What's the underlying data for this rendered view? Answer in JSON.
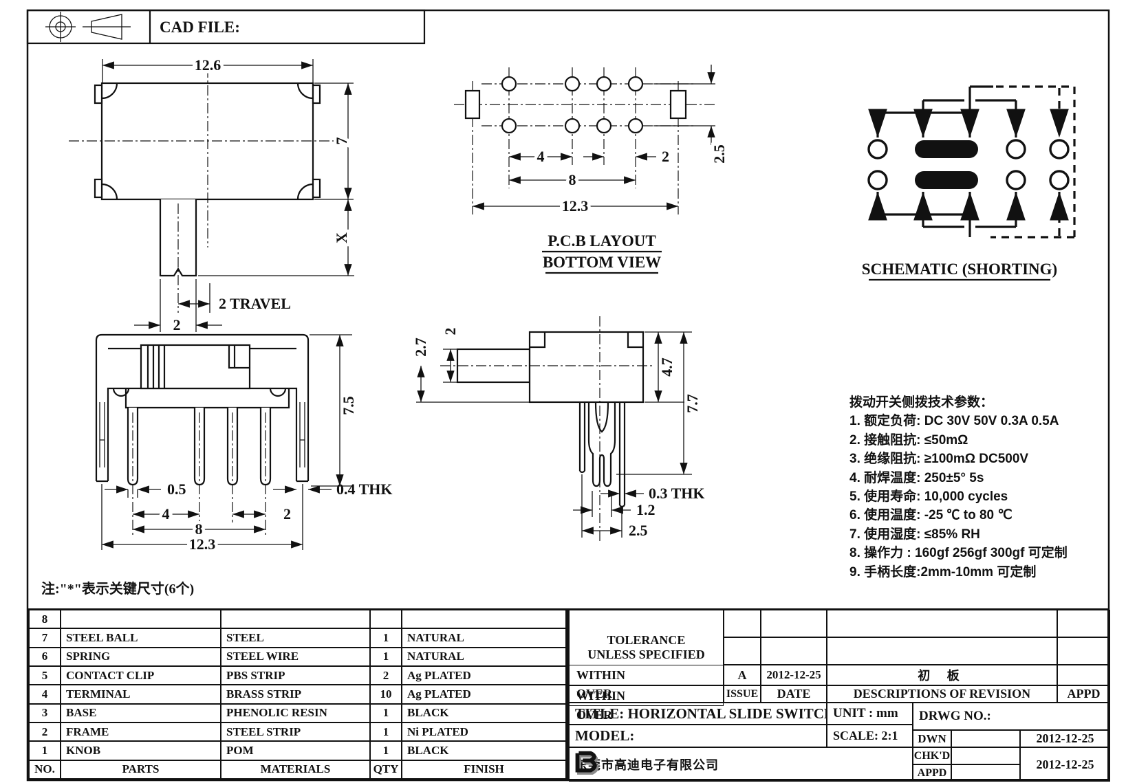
{
  "header": {
    "cad_file_label": "CAD FILE:"
  },
  "views": {
    "front": {
      "w": "12.6",
      "h": "7",
      "x": "X",
      "travel": "2 TRAVEL",
      "knob": "2"
    },
    "pcb": {
      "d4": "4",
      "d2": "2",
      "d8": "8",
      "d123": "12.3",
      "d25": "2.5",
      "label1": "P.C.B LAYOUT",
      "label2": "BOTTOM VIEW"
    },
    "schematic": {
      "label": "SCHEMATIC (SHORTING)"
    },
    "bottom": {
      "h": "7.5",
      "d05": "0.5",
      "d4": "4",
      "d8": "8",
      "d2": "2",
      "d123": "12.3",
      "thk": "0.4 THK"
    },
    "side": {
      "d27": "2.7",
      "d2": "2",
      "d47": "4.7",
      "d77": "7.7",
      "thk": "0.3 THK",
      "d12": "1.2",
      "d25": "2.5"
    }
  },
  "note": "注:\"*\"表示关键尺寸(6个)",
  "tech_params": {
    "title": "拨动开关侧拨技术参数：",
    "items": [
      "1.  额定负荷: DC 30V   50V   0.3A   0.5A",
      "2.  接触阻抗: ≤50mΩ",
      "3.  绝缘阻抗: ≥100mΩ   DC500V",
      "4.  耐焊温度: 250±5°  5s",
      "5.  使用寿命: 10,000 cycles",
      "6.  使用温度: -25 ℃  to 80 ℃",
      "7.  使用湿度: ≤85% RH",
      "8.  操作力 : 160gf   256gf   300gf  可定制",
      "9.  手柄长度:2mm-10mm  可定制"
    ]
  },
  "parts_table": {
    "headers": {
      "no": "NO.",
      "parts": "PARTS",
      "materials": "MATERIALS",
      "qty": "QTY",
      "finish": "FINISH"
    },
    "rows": [
      {
        "no": "8",
        "part": "",
        "material": "",
        "qty": "",
        "finish": ""
      },
      {
        "no": "7",
        "part": "STEEL BALL",
        "material": "STEEL",
        "qty": "1",
        "finish": "NATURAL"
      },
      {
        "no": "6",
        "part": "SPRING",
        "material": "STEEL WIRE",
        "qty": "1",
        "finish": "NATURAL"
      },
      {
        "no": "5",
        "part": "CONTACT CLIP",
        "material": "PBS STRIP",
        "qty": "2",
        "finish": "Ag PLATED"
      },
      {
        "no": "4",
        "part": "TERMINAL",
        "material": "BRASS STRIP",
        "qty": "10",
        "finish": "Ag PLATED"
      },
      {
        "no": "3",
        "part": "BASE",
        "material": "PHENOLIC RESIN",
        "qty": "1",
        "finish": "BLACK"
      },
      {
        "no": "2",
        "part": "FRAME",
        "material": "STEEL STRIP",
        "qty": "1",
        "finish": "Ni PLATED"
      },
      {
        "no": "1",
        "part": "KNOB",
        "material": "POM",
        "qty": "1",
        "finish": "BLACK"
      }
    ]
  },
  "title_block": {
    "tolerance1": "TOLERANCE",
    "tolerance2": "UNLESS   SPECIFIED",
    "within": "WITHIN",
    "over": "OVER",
    "issue_value": "A",
    "issue_date": "2012-12-25",
    "revision_desc": "初 板",
    "issue_label": "ISSUE",
    "date_label": "DATE",
    "desc_label": "DESCRIPTIONS  OF  REVISION",
    "appd_label": "APPD",
    "title": "TITLE:  HORIZONTAL  SLIDE  SWITCH",
    "unit": "UNIT : mm",
    "model_label": "MODEL:",
    "scale": "SCALE:  2:1",
    "drwg_no": "DRWG  NO.:",
    "company": "东莞市高迪电子有限公司",
    "dwn_label": "DWN",
    "chkd_label": "CHK'D",
    "appd2_label": "APPD",
    "dwn_date": "2012-12-25",
    "appd_date": "2012-12-25"
  }
}
